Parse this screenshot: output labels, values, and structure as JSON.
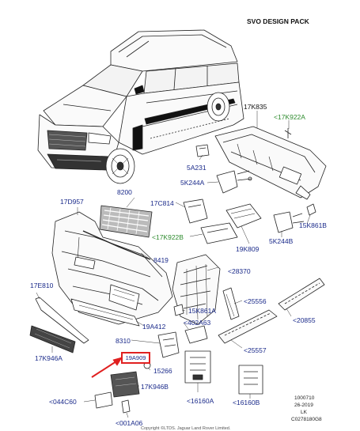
{
  "header": {
    "title": "SVO DESIGN PACK"
  },
  "footer": {
    "code_lines": [
      "1000710",
      "26-2019",
      "LK",
      "C0278180G8"
    ],
    "copyright": "Copyright ©LTDS. Jaguar Land Rover Limited."
  },
  "callouts": [
    {
      "id": "17k835",
      "text": "17K835",
      "color": "black"
    },
    {
      "id": "17k922a",
      "text": "<17K922A",
      "color": "green"
    },
    {
      "id": "5a231",
      "text": "5A231",
      "color": "blue"
    },
    {
      "id": "5k244a",
      "text": "5K244A",
      "color": "blue"
    },
    {
      "id": "8200",
      "text": "8200",
      "color": "blue"
    },
    {
      "id": "17d957",
      "text": "17D957",
      "color": "blue"
    },
    {
      "id": "17c814",
      "text": "17C814",
      "color": "blue"
    },
    {
      "id": "17k922b",
      "text": "<17K922B",
      "color": "green"
    },
    {
      "id": "19k809",
      "text": "19K809",
      "color": "blue"
    },
    {
      "id": "5k244b",
      "text": "5K244B",
      "color": "blue"
    },
    {
      "id": "15k861b",
      "text": "15K861B",
      "color": "blue"
    },
    {
      "id": "8419",
      "text": "8419",
      "color": "blue"
    },
    {
      "id": "28370",
      "text": "<28370",
      "color": "blue"
    },
    {
      "id": "17e810",
      "text": "17E810",
      "color": "blue"
    },
    {
      "id": "15k861a",
      "text": "15K861A",
      "color": "blue"
    },
    {
      "id": "25556",
      "text": "<25556",
      "color": "blue"
    },
    {
      "id": "19a412",
      "text": "19A412",
      "color": "blue"
    },
    {
      "id": "402a63",
      "text": "<402A63",
      "color": "blue"
    },
    {
      "id": "20855",
      "text": "<20855",
      "color": "blue"
    },
    {
      "id": "8310",
      "text": "8310",
      "color": "blue"
    },
    {
      "id": "17k946a",
      "text": "17K946A",
      "color": "blue"
    },
    {
      "id": "25557",
      "text": "<25557",
      "color": "blue"
    },
    {
      "id": "15266",
      "text": "15266",
      "color": "blue"
    },
    {
      "id": "17k946b",
      "text": "17K946B",
      "color": "blue"
    },
    {
      "id": "044c60",
      "text": "<044C60",
      "color": "blue"
    },
    {
      "id": "16160a",
      "text": "<16160A",
      "color": "blue"
    },
    {
      "id": "16160b",
      "text": "<16160B",
      "color": "blue"
    },
    {
      "id": "001a06",
      "text": "<001A06",
      "color": "blue"
    }
  ],
  "highlighted_callout": {
    "text": "19A909"
  },
  "colors": {
    "label_blue": "#1a2a8a",
    "label_green": "#2e8b2e",
    "highlight_red": "#e02020"
  }
}
